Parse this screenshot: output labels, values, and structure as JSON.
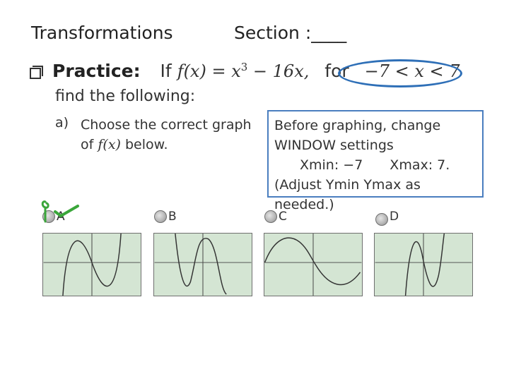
{
  "header": {
    "title": "Transformations",
    "section_label": "Section :____"
  },
  "practice": {
    "label": "Practice:",
    "if_word": "If",
    "function_lhs": "f(x) = x",
    "exponent": "3",
    "function_rest": " − 16x,",
    "for_word": "for",
    "domain": "−7 < x < 7",
    "find_line": "find the following:"
  },
  "question": {
    "letter": "a)",
    "line1": "Choose the correct graph",
    "line2_prefix": "of",
    "line2_math": "f(x)",
    "line2_suffix": "below."
  },
  "window_note": {
    "line1": "Before graphing, change",
    "line2": "WINDOW settings",
    "xmin": "Xmin: −7",
    "xmax": "Xmax: 7.",
    "line4": "(Adjust Ymin Ymax as needed.)"
  },
  "options": [
    {
      "label": "A",
      "selected": true
    },
    {
      "label": "B",
      "selected": false
    },
    {
      "label": "C",
      "selected": false
    },
    {
      "label": "D",
      "selected": false
    }
  ],
  "colors": {
    "highlight_ring": "#2e6fb7",
    "note_border": "#4a7ebf",
    "graph_bg": "#d4e5d3",
    "check_mark": "#3aa63a"
  },
  "icons": {
    "bullet": "checkbox-bullet-icon",
    "check": "checkmark-icon"
  }
}
